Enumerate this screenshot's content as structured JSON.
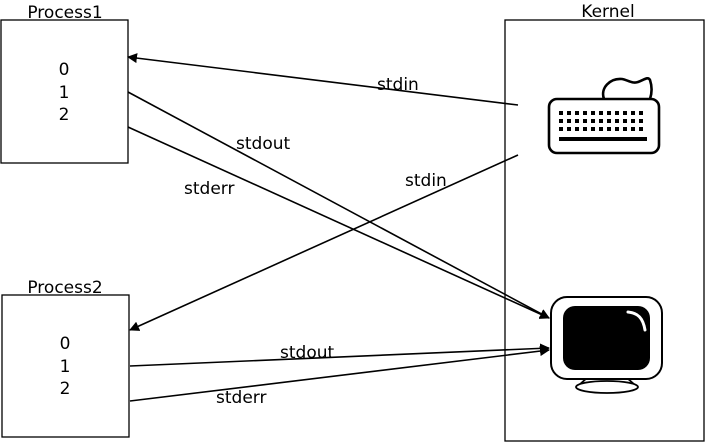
{
  "process1": {
    "title": "Process1",
    "fds": [
      "0",
      "1",
      "2"
    ]
  },
  "process2": {
    "title": "Process2",
    "fds": [
      "0",
      "1",
      "2"
    ]
  },
  "kernel": {
    "title": "Kernel",
    "devices": [
      "keyboard-icon",
      "monitor-icon"
    ]
  },
  "arrows": {
    "p1_stdin": "stdin",
    "p1_stdout": "stdout",
    "p1_stderr": "stderr",
    "p2_stdin": "stdin",
    "p2_stdout": "stdout",
    "p2_stderr": "stderr"
  }
}
